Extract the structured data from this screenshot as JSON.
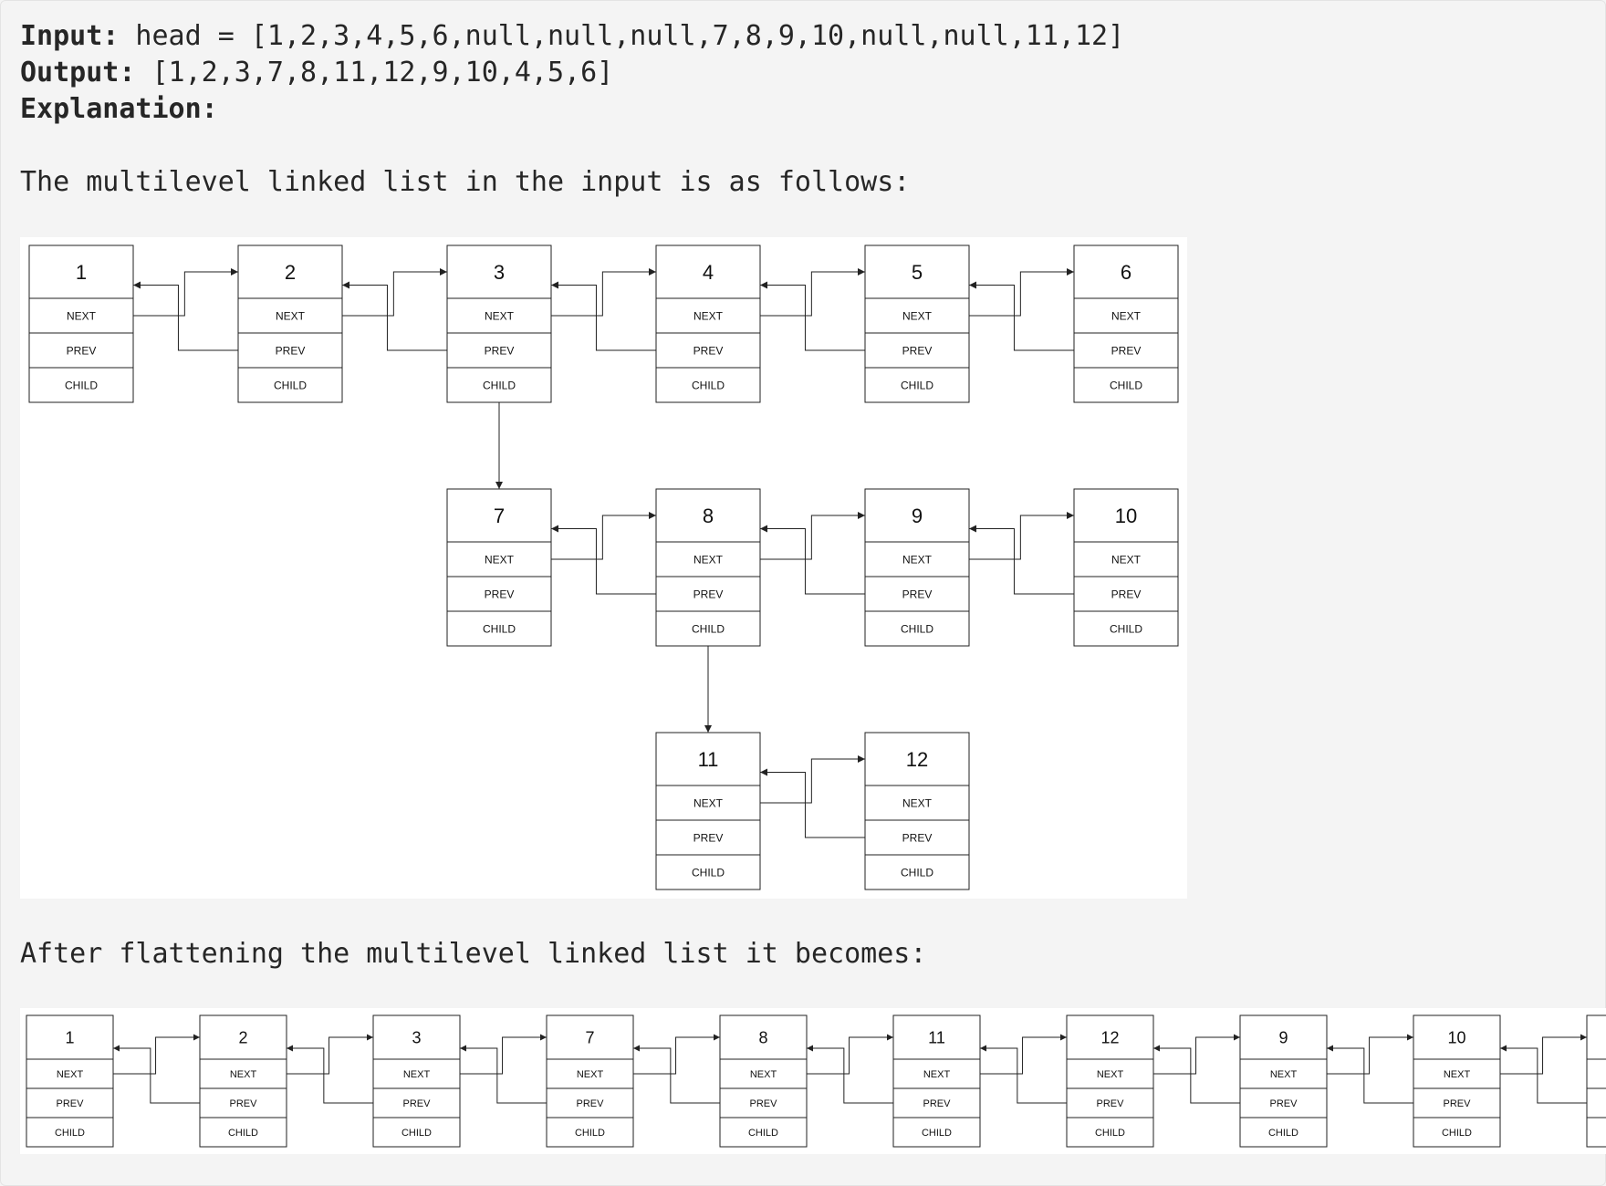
{
  "example": {
    "input_label": "Input:",
    "input_value": " head = [1,2,3,4,5,6,null,null,null,7,8,9,10,null,null,11,12]",
    "output_label": "Output:",
    "output_value": " [1,2,3,7,8,11,12,9,10,4,5,6]",
    "explanation_label": "Explanation:",
    "line_input": "The multilevel linked list in the input is as follows:",
    "line_after": "After flattening the multilevel linked list it becomes:"
  },
  "field_labels": {
    "next": "NEXT",
    "prev": "PREV",
    "child": "CHILD"
  },
  "multilevel_list": {
    "levels": [
      {
        "values": [
          "1",
          "2",
          "3",
          "4",
          "5",
          "6"
        ]
      },
      {
        "values": [
          "7",
          "8",
          "9",
          "10"
        ],
        "attached_to": "3"
      },
      {
        "values": [
          "11",
          "12"
        ],
        "attached_to": "8"
      }
    ]
  },
  "flattened_list": {
    "values": [
      "1",
      "2",
      "3",
      "7",
      "8",
      "11",
      "12",
      "9",
      "10"
    ]
  },
  "colors": {
    "page_background": "#f4f4f4",
    "figure_background": "#ffffff",
    "stroke": "#222222"
  }
}
